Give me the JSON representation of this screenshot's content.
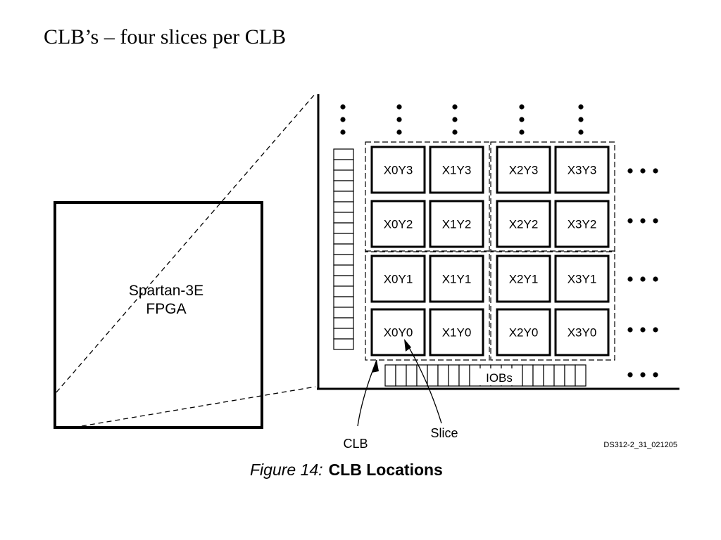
{
  "title": "CLB’s – four slices per CLB",
  "figure": {
    "fpga_label_line1": "Spartan-3E",
    "fpga_label_line2": "FPGA",
    "slice_rows": [
      [
        "X0Y3",
        "X1Y3",
        "X2Y3",
        "X3Y3"
      ],
      [
        "X0Y2",
        "X1Y2",
        "X2Y2",
        "X3Y2"
      ],
      [
        "X0Y1",
        "X1Y1",
        "X2Y1",
        "X3Y1"
      ],
      [
        "X0Y0",
        "X1Y0",
        "X2Y0",
        "X3Y0"
      ]
    ],
    "iob_label": "IOBs",
    "clb_callout": "CLB",
    "slice_callout": "Slice",
    "doc_id": "DS312-2_31_021205",
    "caption_number": "Figure 14:",
    "caption_title": "CLB Locations"
  }
}
